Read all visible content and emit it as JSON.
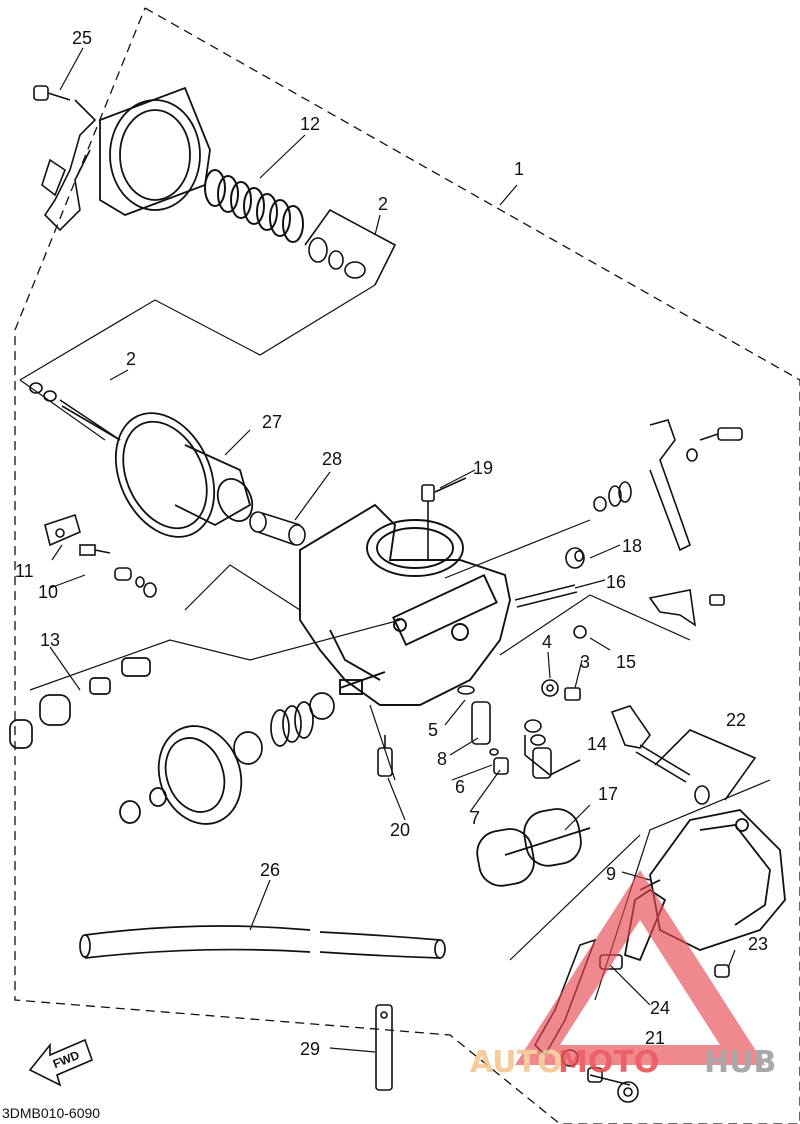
{
  "diagram": {
    "code": "3DMB010-6090",
    "fwd_label": "FWD",
    "callouts": {
      "c1": "1",
      "c2a": "2",
      "c2b": "2",
      "c3": "3",
      "c4": "4",
      "c5": "5",
      "c6": "6",
      "c7": "7",
      "c8": "8",
      "c9": "9",
      "c10": "10",
      "c11": "11",
      "c12": "12",
      "c13": "13",
      "c14": "14",
      "c15": "15",
      "c16": "16",
      "c17": "17",
      "c18": "18",
      "c19": "19",
      "c20": "20",
      "c21": "21",
      "c22": "22",
      "c23": "23",
      "c24": "24",
      "c25": "25",
      "c26": "26",
      "c27": "27",
      "c28": "28",
      "c29": "29"
    }
  },
  "watermark": {
    "part1": "AUTO",
    "part2": "MOTO",
    "part3": "HUB",
    "color_auto": "#f4c48a",
    "color_moto": "#e8474d",
    "color_hub": "#9a9a9a"
  }
}
